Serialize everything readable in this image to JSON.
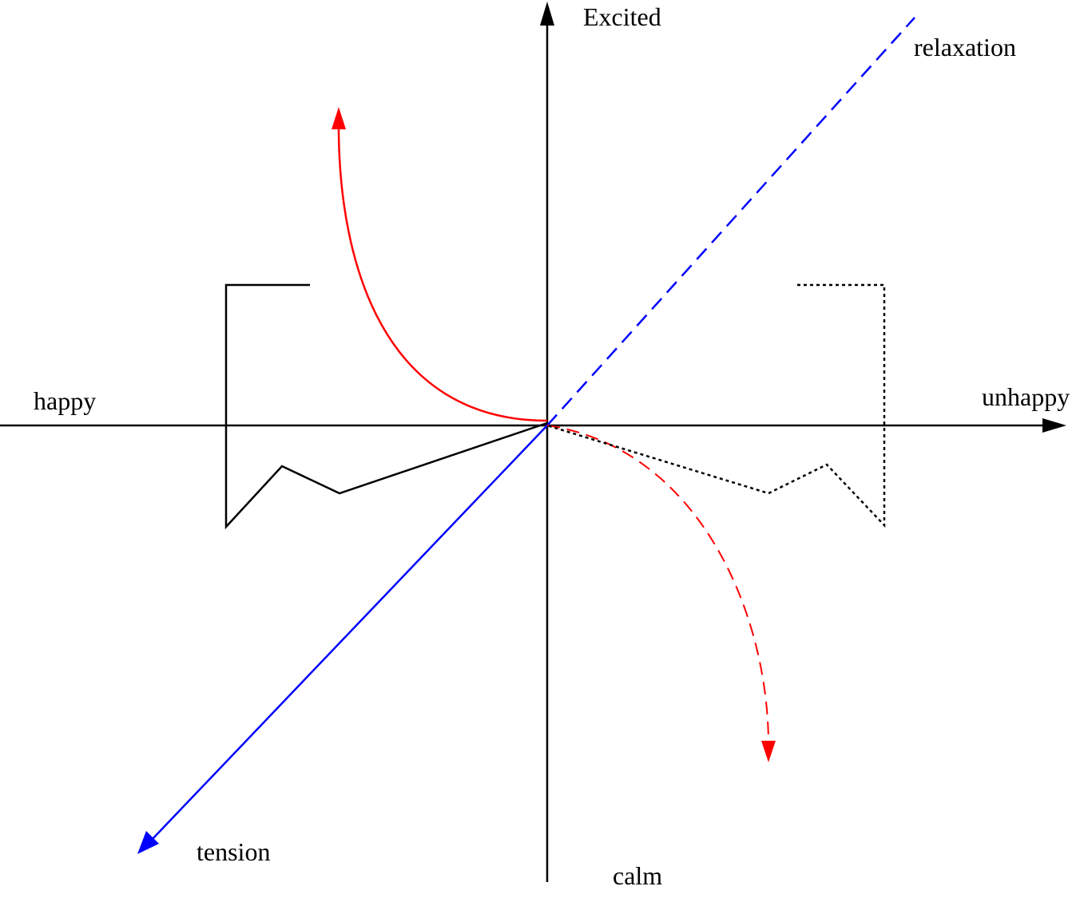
{
  "labels": {
    "excited": "Excited",
    "calm": "calm",
    "happy": "happy",
    "unhappy": "unhappy",
    "relaxation": "relaxation",
    "tension": "tension"
  },
  "colors": {
    "axis": "#000000",
    "tension_line": "#0000ff",
    "relaxation_line": "#0000ff",
    "curve": "#ff0000",
    "bracket": "#000000"
  },
  "styles": {
    "relaxation_line": "dashed",
    "lower_curve": "dashed",
    "right_bracket": "dotted"
  }
}
